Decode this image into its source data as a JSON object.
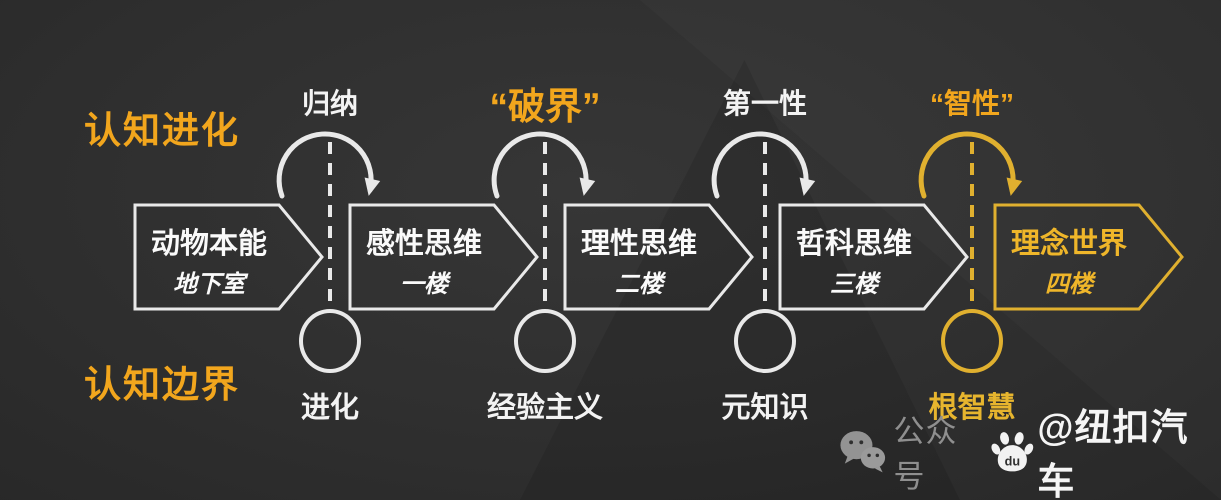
{
  "colors": {
    "background": "#2F2F2F",
    "accent_yellow": "#F2A61D",
    "accent_gold": "#E0B02F",
    "line_white": "#E9E9E9",
    "watermark_gray": "#8F8F8F"
  },
  "axis_labels": {
    "top_left": "认知进化",
    "bottom_left": "认知边界"
  },
  "stages": [
    {
      "title": "动物本能",
      "floor": "地下室"
    },
    {
      "title": "感性思维",
      "floor": "一楼"
    },
    {
      "title": "理性思维",
      "floor": "二楼"
    },
    {
      "title": "哲科思维",
      "floor": "三楼"
    },
    {
      "title": "理念世界",
      "floor": "四楼"
    }
  ],
  "transitions": [
    {
      "label": "归纳",
      "boundary": "进化"
    },
    {
      "label": "“破界”",
      "boundary": "经验主义"
    },
    {
      "label": "第一性",
      "boundary": "元知识"
    },
    {
      "label": "“智性”",
      "boundary": "根智慧"
    }
  ],
  "watermark": {
    "platform": "公众号",
    "account": "@纽扣汽车",
    "icons": [
      "wechat-icon",
      "baidu-paw-icon"
    ]
  }
}
